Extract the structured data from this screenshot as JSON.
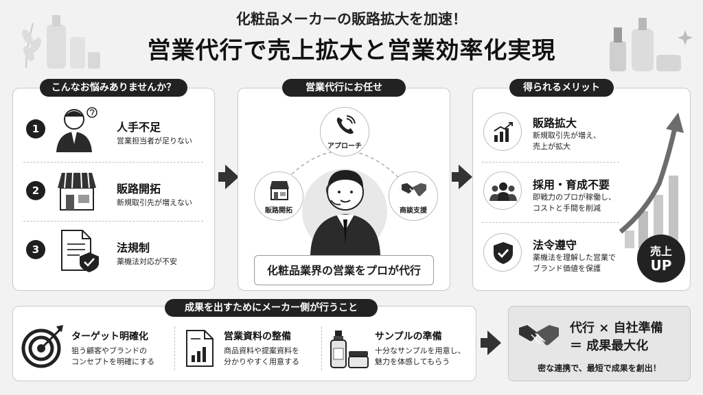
{
  "header": {
    "subtitle": "化粧品メーカーの販路拡大を加速！",
    "title": "営業代行で売上拡大と営業効率化実現"
  },
  "problems": {
    "heading": "こんなお悩みありませんか？",
    "items": [
      {
        "num": "1",
        "title": "人手不足",
        "desc": "営業担当者が足りない",
        "icon": "worried-person-icon"
      },
      {
        "num": "2",
        "title": "販路開拓",
        "desc": "新規取引先が増えない",
        "icon": "store-icon"
      },
      {
        "num": "3",
        "title": "法規制",
        "desc": "薬機法対応が不安",
        "icon": "document-shield-icon"
      }
    ]
  },
  "service": {
    "heading": "営業代行にお任せ",
    "icons": [
      {
        "label": "アプローチ",
        "icon": "phone-icon"
      },
      {
        "label": "販路開拓",
        "icon": "store-icon"
      },
      {
        "label": "商談支援",
        "icon": "handshake-icon"
      }
    ],
    "caption": "化粧品業界の営業をプロが代行"
  },
  "merits": {
    "heading": "得られるメリット",
    "items": [
      {
        "title": "販路拡大",
        "desc": [
          "新規取引先が増え、",
          "売上が拡大"
        ],
        "icon": "growth-chart-icon"
      },
      {
        "title": "採用・育成不要",
        "desc": [
          "即戦力のプロが稼働し、",
          "コストと手間を削減"
        ],
        "icon": "team-icon"
      },
      {
        "title": "法令遵守",
        "desc": [
          "薬機法を理解した営業で",
          "ブランド価値を保護"
        ],
        "icon": "shield-check-icon"
      }
    ],
    "badge": {
      "line1": "売上",
      "line2": "UP"
    }
  },
  "actions": {
    "heading": "成果を出すためにメーカー側が行うこと",
    "items": [
      {
        "title": "ターゲット明確化",
        "desc": [
          "狙う顧客やブランドの",
          "コンセプトを明確にする"
        ],
        "icon": "target-icon"
      },
      {
        "title": "営業資料の整備",
        "desc": [
          "商品資料や提案資料を",
          "分かりやすく用意する"
        ],
        "icon": "report-document-icon"
      },
      {
        "title": "サンプルの準備",
        "desc": [
          "十分なサンプルを用意し、",
          "魅力を体感してもらう"
        ],
        "icon": "cosmetic-sample-icon"
      }
    ]
  },
  "result": {
    "line1": "代行 × 自社準備",
    "line2": "＝ 成果最大化",
    "line3": "密な連携で、最短で成果を創出！"
  }
}
